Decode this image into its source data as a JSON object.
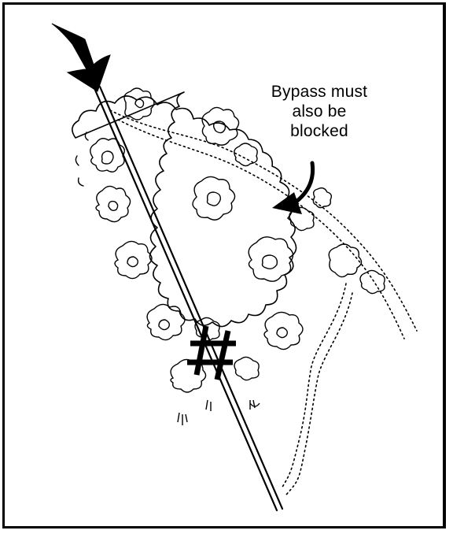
{
  "annotation": {
    "lines": [
      "Bypass must",
      "also be",
      "blocked"
    ]
  },
  "colors": {
    "ink": "#000000",
    "paper": "#ffffff"
  },
  "icons": {
    "direction_arrow": "arrow-down-icon",
    "bypass_arrow": "curved-arrow-icon",
    "roadblock": "hash-barrier-icon"
  }
}
